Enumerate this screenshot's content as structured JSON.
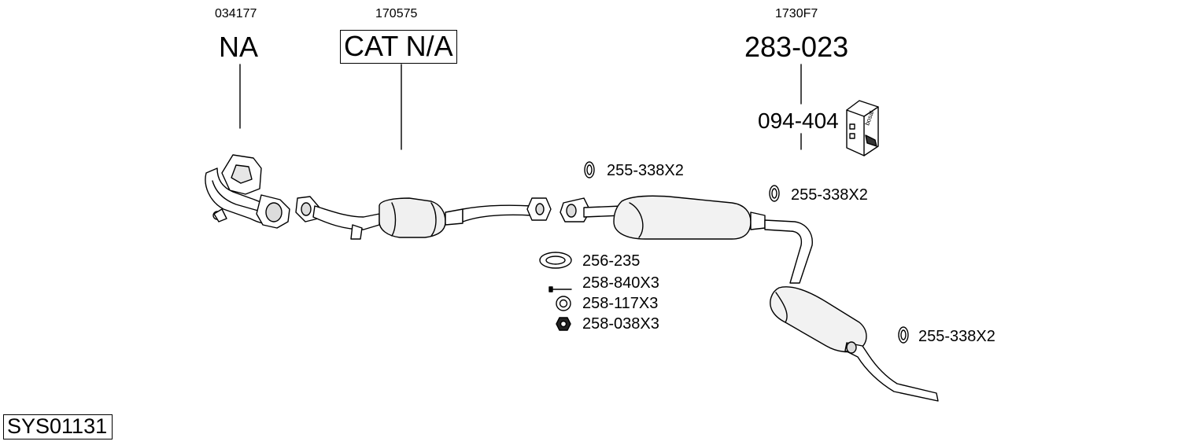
{
  "diagram_id": "SYS01131",
  "groups": [
    {
      "ref": "034177",
      "label": "NA",
      "boxed": false
    },
    {
      "ref": "170575",
      "label": "CAT N/A",
      "boxed": true
    },
    {
      "ref": "1730F7",
      "label": "283-023",
      "boxed": false
    }
  ],
  "kit": {
    "label": "094-404",
    "brand": "bosal"
  },
  "parts": [
    {
      "label": "255-338X2",
      "kind": "ring-gasket"
    },
    {
      "label": "255-338X2",
      "kind": "ring-gasket"
    },
    {
      "label": "255-338X2",
      "kind": "ring-gasket"
    },
    {
      "label": "256-235",
      "kind": "flat-gasket"
    },
    {
      "label": "258-840X3",
      "kind": "bolt"
    },
    {
      "label": "258-117X3",
      "kind": "spring-washer"
    },
    {
      "label": "258-038X3",
      "kind": "nut"
    }
  ]
}
